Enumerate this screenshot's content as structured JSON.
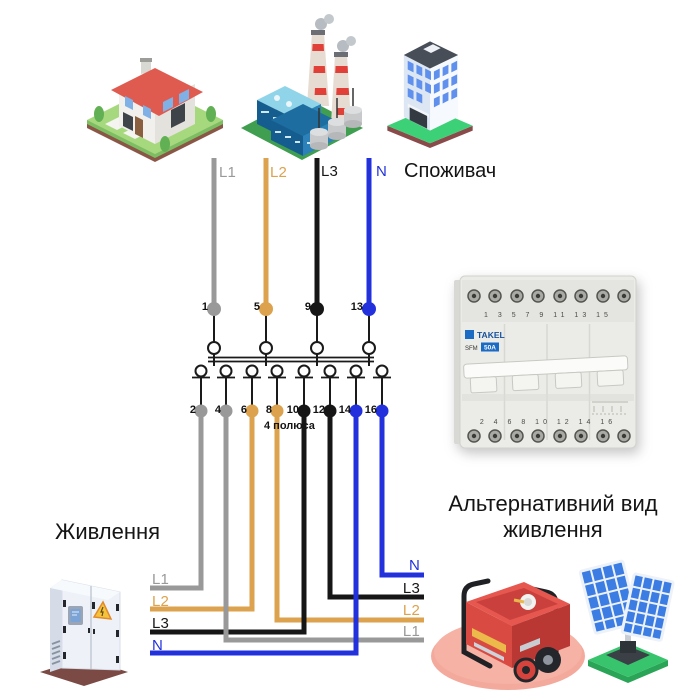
{
  "colors": {
    "l1": "#999999",
    "l2": "#dca24d",
    "l3": "#161616",
    "n": "#2231dc",
    "line": "#1a1a1a"
  },
  "consumer": {
    "title": "Споживач",
    "phases": [
      "L1",
      "L2",
      "L3",
      "N"
    ]
  },
  "switch_diagram": {
    "top_terminals": [
      "1",
      "5",
      "9",
      "13"
    ],
    "bottom_terminals": [
      "2",
      "4",
      "6",
      "8",
      "10",
      "12",
      "14",
      "16"
    ],
    "poles_label": "4 полюса"
  },
  "device": {
    "brand": "TAKEL",
    "model": "SFM",
    "rating": "50A",
    "top_numbers": "1 3 5 7 9 11 13 15",
    "bottom_numbers": "2 4 6 8 10 12 14 16"
  },
  "main_supply": {
    "title": "Живлення",
    "phases": [
      "L1",
      "L2",
      "L3",
      "N"
    ]
  },
  "alt_supply": {
    "title_line1": "Альтернативний вид",
    "title_line2": "живлення",
    "phases": [
      "N",
      "L3",
      "L2",
      "L1"
    ]
  },
  "icons": {
    "consumer": [
      "house-icon",
      "factory-icon",
      "office-building-icon"
    ],
    "main_supply": "power-cabinet-icon",
    "alt_supply": [
      "generator-icon",
      "solar-panels-icon"
    ],
    "device": "changeover-switch-photo"
  }
}
